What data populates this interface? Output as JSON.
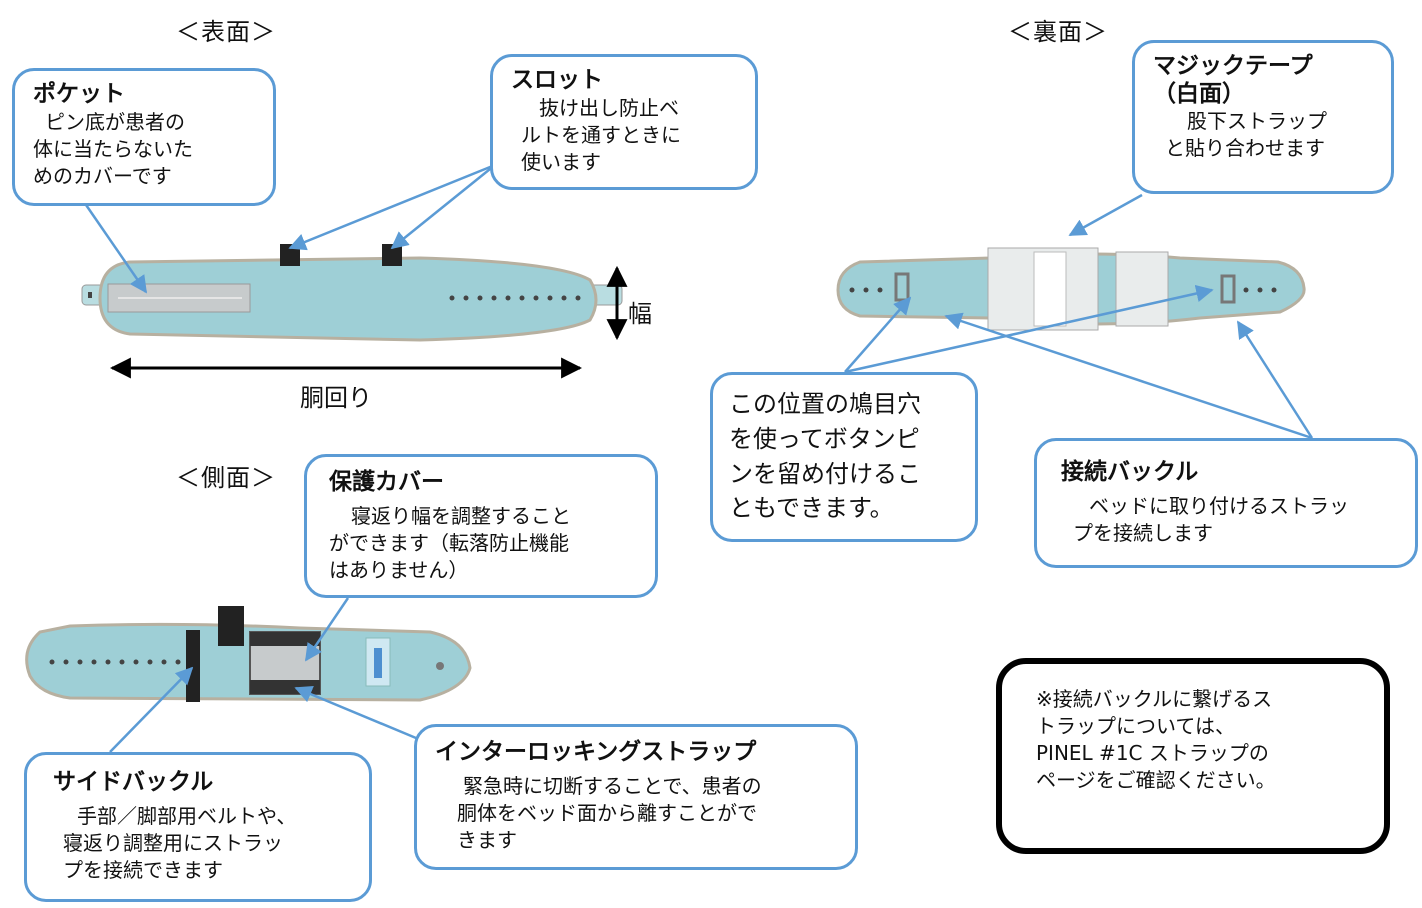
{
  "views": {
    "front": "＜表面＞",
    "back": "＜裏面＞",
    "side": "＜側面＞"
  },
  "dimensions": {
    "width": "幅",
    "girth": "胴回り"
  },
  "callouts": {
    "pocket": {
      "title": "ポケット",
      "lines": [
        "ピン底が患者の",
        "体に当たらないた",
        "めのカバーです"
      ]
    },
    "slot": {
      "title": "スロット",
      "lines": [
        "抜け出し防止ベ",
        "ルトを通すときに",
        "使います"
      ]
    },
    "velcro": {
      "title": "マジックテープ",
      "title2": "（白面）",
      "lines": [
        "股下ストラップ",
        "と貼り合わせます"
      ]
    },
    "eyelet": {
      "lines": [
        "この位置の鳩目穴",
        "を使ってボタンピ",
        "ンを留め付けるこ",
        "ともできます。"
      ]
    },
    "buckle": {
      "title": "接続バックル",
      "lines": [
        "ベッドに取り付けるストラッ",
        "プを接続します"
      ]
    },
    "cover": {
      "title": "保護カバー",
      "lines": [
        "寝返り幅を調整すること",
        "ができます（転落防止機能",
        "はありません）"
      ]
    },
    "side_buckle": {
      "title": "サイドバックル",
      "lines": [
        "手部／脚部用ベルトや、",
        "寝返り調整用にストラッ",
        "プを接続できます"
      ]
    },
    "interlock": {
      "title": "インターロッキングストラップ",
      "lines": [
        "緊急時に切断することで、患者の",
        "胴体をベッド面から離すことがで",
        "きます"
      ]
    }
  },
  "note": {
    "text": "※接続バックルに繋げるス\nトラップについては、\nPINEL #1C ストラップの\nページをご確認ください。"
  },
  "colors": {
    "callout_border": "#5b9bd5",
    "belt": "#9ecfd6",
    "note_border": "#000000"
  }
}
